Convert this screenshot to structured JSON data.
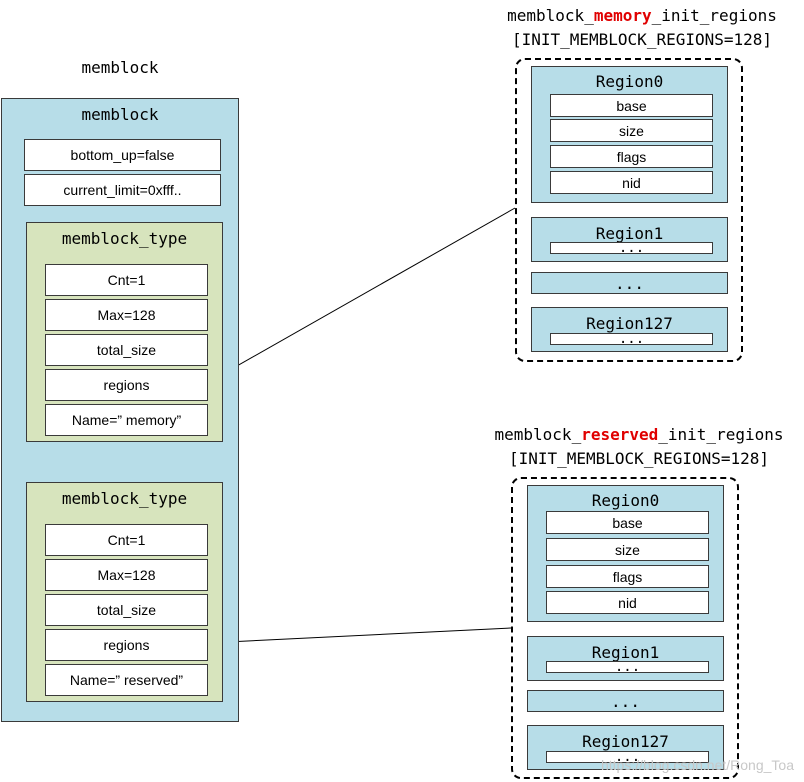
{
  "caption": "memblock",
  "memblock": {
    "title": "memblock",
    "bottom_up": "bottom_up=false",
    "current_limit": "current_limit=0xfff..",
    "types": [
      {
        "title": "memblock_type",
        "fields": [
          "Cnt=1",
          "Max=128",
          "total_size",
          "regions",
          "Name=” memory”"
        ]
      },
      {
        "title": "memblock_type",
        "fields": [
          "Cnt=1",
          "Max=128",
          "total_size",
          "regions",
          "Name=” reserved”"
        ]
      }
    ]
  },
  "memory_regions": {
    "title_prefix": "memblock_",
    "title_highlight": "memory",
    "title_suffix": "_init_regions",
    "subtitle": "[INIT_MEMBLOCK_REGIONS=128]",
    "region0": {
      "title": "Region0",
      "fields": [
        "base",
        "size",
        "flags",
        "nid"
      ]
    },
    "region1": {
      "title": "Region1",
      "inner": "..."
    },
    "ellipsis": "...",
    "region127": {
      "title": "Region127",
      "inner": "..."
    }
  },
  "reserved_regions": {
    "title_prefix": "memblock_",
    "title_highlight": "reserved",
    "title_suffix": "_init_regions",
    "subtitle": "[INIT_MEMBLOCK_REGIONS=128]",
    "region0": {
      "title": "Region0",
      "fields": [
        "base",
        "size",
        "flags",
        "nid"
      ]
    },
    "region1": {
      "title": "Region1",
      "inner": "..."
    },
    "ellipsis": "...",
    "region127": {
      "title": "Region127",
      "inner": "..."
    }
  },
  "watermark": "https://blog.csdn.net/Rong_Toa",
  "colors": {
    "struct_fill": "#b7dde8",
    "type_fill": "#d7e4bd",
    "highlight": "#e00000",
    "watermark": "#c8c8c8"
  }
}
